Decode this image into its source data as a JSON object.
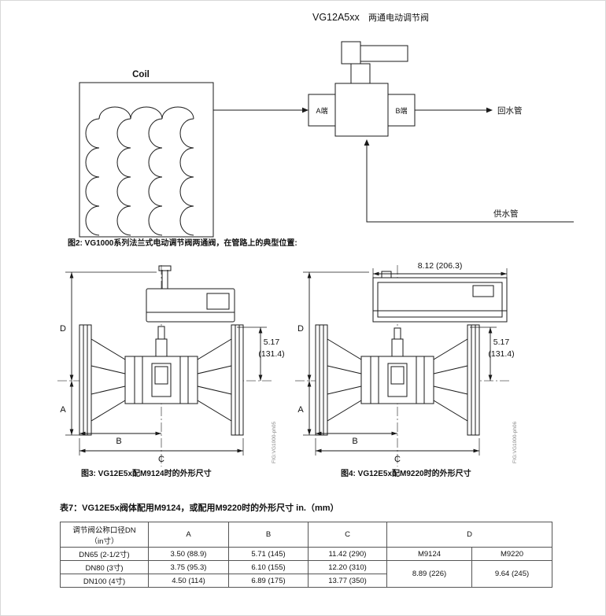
{
  "page": {
    "background": "#ffffff",
    "line_color": "#1a1a1a"
  },
  "diagram": {
    "title_model": "VG12A5xx",
    "title_suffix": "两通电动调节阀",
    "coil_label": "Coil",
    "port_a_label": "A端",
    "port_b_label": "B端",
    "return_pipe_label": "回水管",
    "supply_pipe_label": "供水管",
    "caption": "图2:  VG1000系列法兰式电动调节阀两通阀，在管路上的典型位置:"
  },
  "figure3": {
    "caption": "图3:  VG12E5x配M9124时的外形尺寸",
    "fig_code": "FIG:VG1000-ph05",
    "dims": {
      "d": "D",
      "a": "A",
      "b": "B",
      "c": "C",
      "height_in": "5.17",
      "height_mm": "(131.4)"
    }
  },
  "figure4": {
    "caption": "图4:  VG12E5x配M9220时的外形尺寸",
    "fig_code": "FIG:VG1000-ph06",
    "dims": {
      "d": "D",
      "a": "A",
      "b": "B",
      "c": "C",
      "height_in": "5.17",
      "height_mm": "(131.4)",
      "actuator_width": "8.12 (206.3)"
    }
  },
  "table": {
    "title": "表7：VG12E5x阀体配用M9124，或配用M9220时的外形尺寸 in.（mm）",
    "header": {
      "size_line1": "调节阀公称口径DN",
      "size_line2": "（in寸）",
      "a": "A",
      "b": "B",
      "c": "C",
      "d": "D"
    },
    "rows": [
      {
        "name": "DN65 (2-1/2寸)",
        "a": "3.50 (88.9)",
        "b": "5.71 (145)",
        "c": "11.42 (290)",
        "d_m9124": "M9124",
        "d_m9220": "M9220"
      },
      {
        "name": "DN80 (3寸)",
        "a": "3.75 (95.3)",
        "b": "6.10 (155)",
        "c": "12.20 (310)",
        "d_m9124": "8.89 (226)",
        "d_m9220": "9.64 (245)"
      },
      {
        "name": "DN100 (4寸)",
        "a": "4.50 (114)",
        "b": "6.89 (175)",
        "c": "13.77 (350)"
      }
    ]
  }
}
